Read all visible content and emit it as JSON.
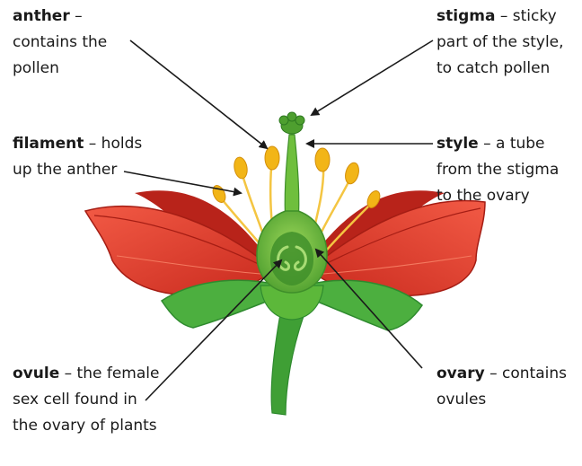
{
  "labels": {
    "anther": {
      "term": "anther",
      "desc": " – contains the pollen"
    },
    "filament": {
      "term": "filament",
      "desc": " – holds up the anther"
    },
    "ovule": {
      "term": "ovule",
      "desc": " – the female sex cell found in the ovary of plants"
    },
    "stigma": {
      "term": "stigma",
      "desc": " – sticky part of the style, to catch pollen"
    },
    "style": {
      "term": "style",
      "desc": " – a tube from the stigma to the ovary"
    },
    "ovary": {
      "term": "ovary",
      "desc": " – contains ovules"
    }
  },
  "colors": {
    "petal": "#e23a2b",
    "petal_dark": "#b8231a",
    "petal_light": "#f25a45",
    "leaf": "#4caf3f",
    "leaf_dark": "#2e8a2e",
    "pistil": "#6fbf3d",
    "pistil_dark": "#3f8f2a",
    "anther": "#f2b517",
    "filament": "#f4c542",
    "pointer": "#1a1a1a"
  }
}
